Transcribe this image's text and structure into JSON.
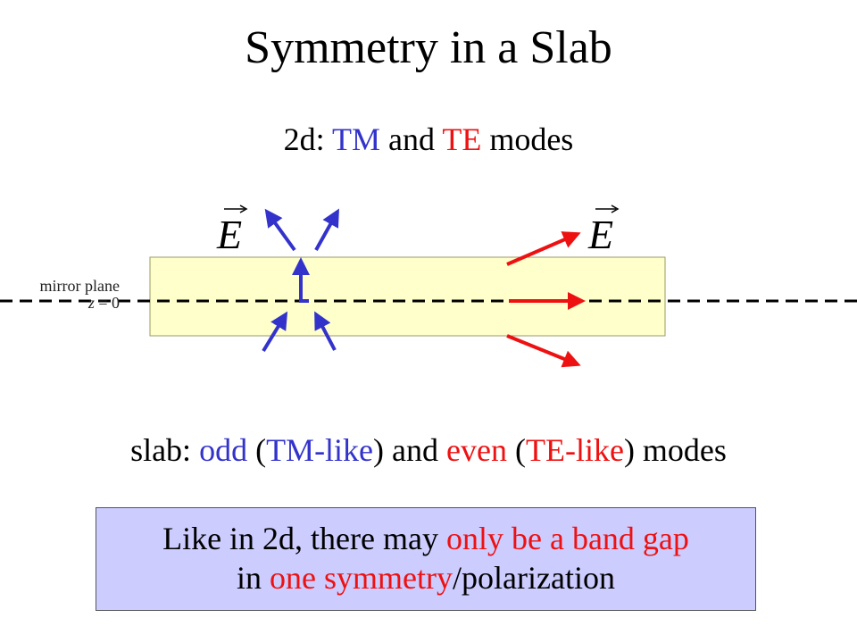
{
  "title": "Symmetry in a Slab",
  "subtitle": {
    "prefix": "2d: ",
    "tm": "TM",
    "mid": " and ",
    "te": "TE",
    "suffix": " modes"
  },
  "diagram": {
    "field_symbol": "E",
    "mirror_label_line1": "mirror plane",
    "mirror_label_z": "z",
    "mirror_label_eq": " = 0"
  },
  "slab_caption": {
    "prefix": "slab: ",
    "odd": "odd",
    "p1": " (",
    "tm_like": "TM-like",
    "p2": ") and ",
    "even": "even",
    "p3": " (",
    "te_like": "TE-like",
    "suffix": ") modes"
  },
  "note": {
    "line1_a": "Like in 2d, there may ",
    "line1_b": "only be a band gap",
    "line2_a": "in ",
    "line2_b": "one symmetry",
    "line2_c": "/polarization"
  },
  "colors": {
    "tm_blue": "#3333cc",
    "te_red": "#ee1111",
    "slab_fill": "#ffffcc",
    "note_fill": "#ccccff"
  }
}
